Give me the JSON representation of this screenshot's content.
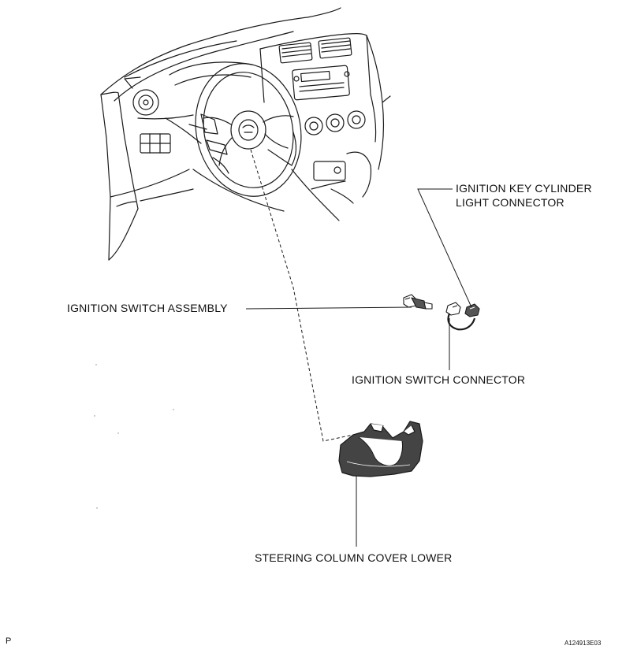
{
  "labels": {
    "ignition_key_cylinder_light_connector_line1": "IGNITION KEY CYLINDER",
    "ignition_key_cylinder_light_connector_line2": "LIGHT CONNECTOR",
    "ignition_switch_assembly": "IGNITION SWITCH ASSEMBLY",
    "ignition_switch_connector": "IGNITION SWITCH CONNECTOR",
    "steering_column_cover_lower": "STEERING COLUMN COVER LOWER"
  },
  "corner_marker": "P",
  "figure_code": "A124913E03",
  "colors": {
    "line": "#1a1a1a",
    "background": "#ffffff",
    "part_fill": "#444444"
  }
}
